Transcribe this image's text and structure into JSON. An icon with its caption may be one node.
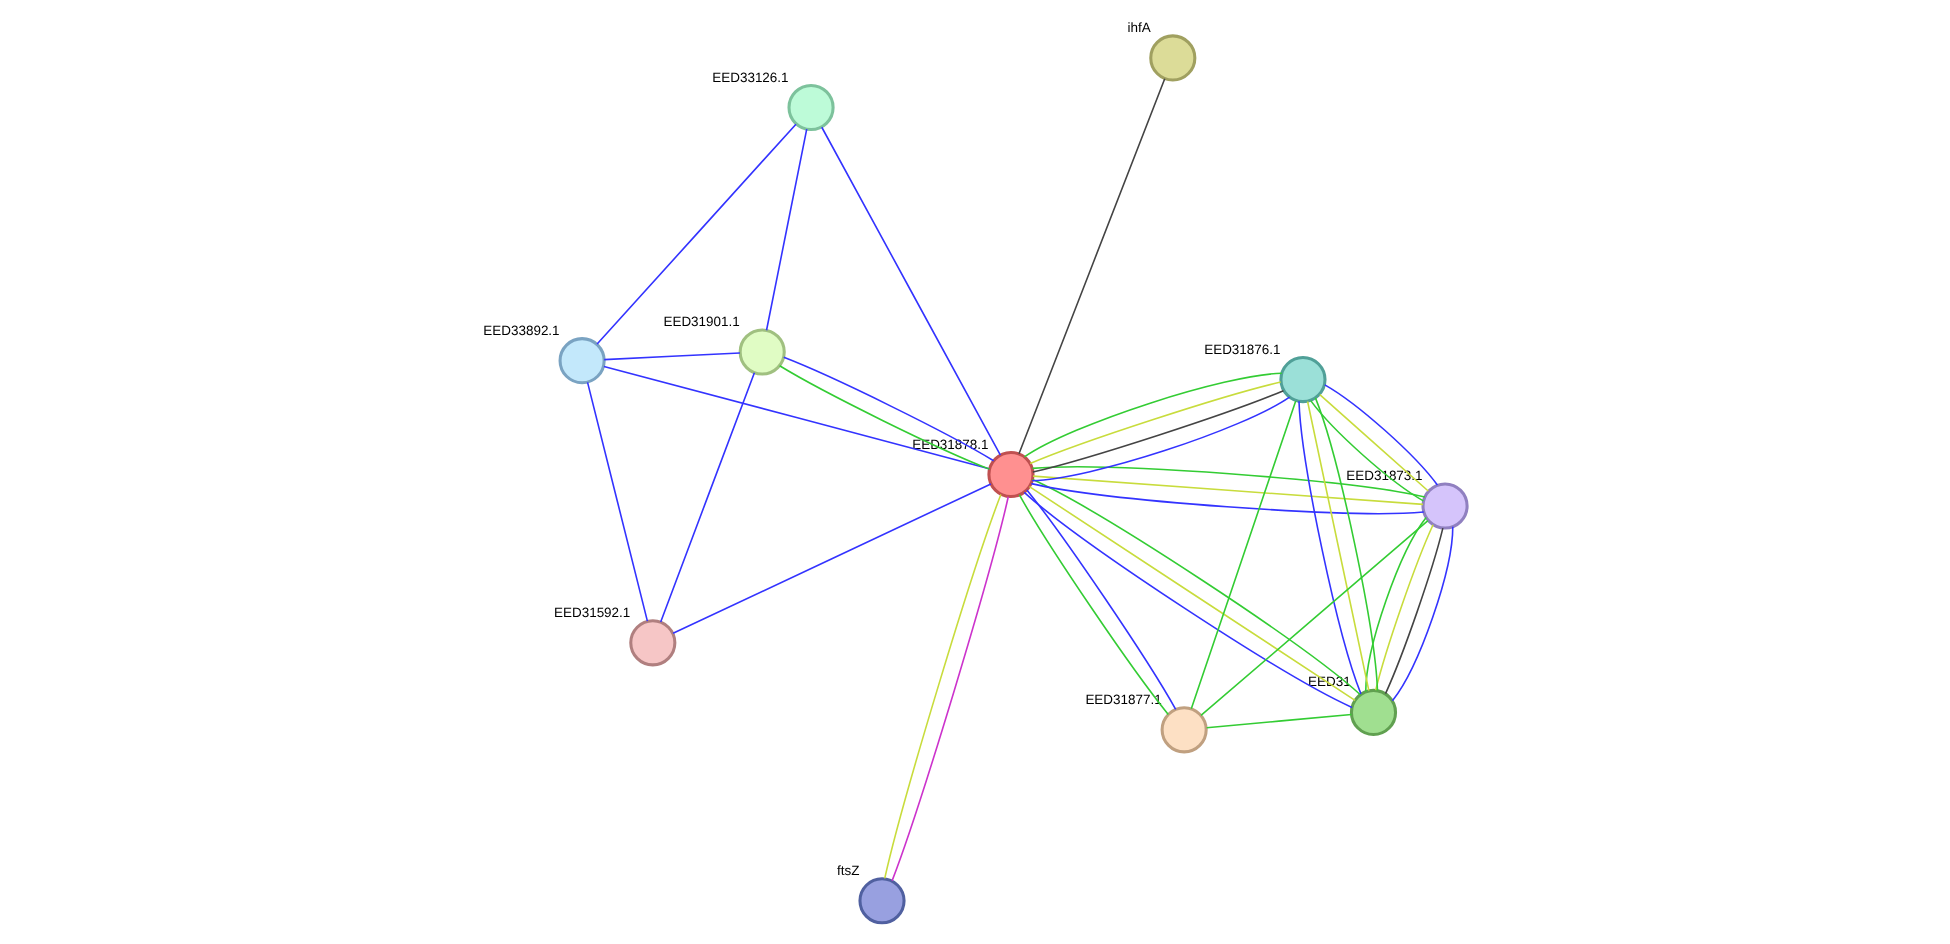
{
  "diagram": {
    "nodes": [
      {
        "text": [
          "EED31592.1"
        ]
      },
      {
        "text": [
          "EED33892.1"
        ]
      },
      {
        "text": [
          "EED31901.1"
        ]
      },
      {
        "text": [
          "EED33126.1"
        ]
      },
      {
        "text": [
          "EED31878.1"
        ]
      },
      {
        "text": [
          "EED31"
        ]
      },
      {
        "text": [
          "EED31873.1"
        ]
      },
      {
        "text": [
          "EED31876.1"
        ]
      },
      {
        "text": [
          "EED31877.1"
        ]
      },
      {
        "text": [
          "ftsZ"
        ]
      },
      {
        "text": [
          "ihfA"
        ]
      }
    ],
    "edges": [
      {
        "from": 0,
        "to": 1,
        "arrow": "none",
        "color": "#3333ff"
      },
      {
        "from": 0,
        "to": 2,
        "arrow": "none",
        "color": "#3333ff"
      },
      {
        "from": 0,
        "to": 4,
        "arrow": "none",
        "color": "#3333ff"
      },
      {
        "from": 1,
        "to": 2,
        "arrow": "none",
        "color": "#3333ff"
      },
      {
        "from": 1,
        "to": 4,
        "arrow": "none",
        "color": "#3333ff"
      },
      {
        "from": 1,
        "to": 3,
        "arrow": "none",
        "color": "#3333ff"
      },
      {
        "from": 2,
        "to": 3,
        "arrow": "none",
        "color": "#3333ff"
      },
      {
        "from": 2,
        "to": 4,
        "arrow": "none",
        "color": "#3333ff"
      },
      {
        "from": 2,
        "to": 4,
        "arrow": "none",
        "color": "#33cc33"
      },
      {
        "from": 3,
        "to": 4,
        "arrow": "none",
        "color": "#3333ff"
      },
      {
        "from": 4,
        "to": 5,
        "arrow": "none",
        "color": "#33cc33"
      },
      {
        "from": 4,
        "to": 5,
        "arrow": "none",
        "color": "#3333ff"
      },
      {
        "from": 4,
        "to": 5,
        "arrow": "none",
        "color": "#c8dc3c"
      },
      {
        "from": 4,
        "to": 6,
        "arrow": "none",
        "color": "#33cc33"
      },
      {
        "from": 4,
        "to": 6,
        "arrow": "none",
        "color": "#3333ff"
      },
      {
        "from": 4,
        "to": 6,
        "arrow": "none",
        "color": "#c8dc3c"
      },
      {
        "from": 4,
        "to": 7,
        "arrow": "none",
        "color": "#33cc33"
      },
      {
        "from": 4,
        "to": 7,
        "arrow": "none",
        "color": "#3333ff"
      },
      {
        "from": 4,
        "to": 7,
        "arrow": "none",
        "color": "#444444"
      },
      {
        "from": 4,
        "to": 7,
        "arrow": "none",
        "color": "#c8dc3c"
      },
      {
        "from": 4,
        "to": 8,
        "arrow": "none",
        "color": "#3333ff"
      },
      {
        "from": 4,
        "to": 8,
        "arrow": "none",
        "color": "#33cc33"
      },
      {
        "from": 4,
        "to": 9,
        "arrow": "none",
        "color": "#cc33cc"
      },
      {
        "from": 4,
        "to": 9,
        "arrow": "none",
        "color": "#c8dc3c"
      },
      {
        "from": 4,
        "to": 10,
        "arrow": "none",
        "color": "#444444"
      },
      {
        "from": 5,
        "to": 6,
        "arrow": "none",
        "color": "#33cc33"
      },
      {
        "from": 5,
        "to": 6,
        "arrow": "none",
        "color": "#3333ff"
      },
      {
        "from": 5,
        "to": 6,
        "arrow": "none",
        "color": "#444444"
      },
      {
        "from": 5,
        "to": 6,
        "arrow": "none",
        "color": "#c8dc3c"
      },
      {
        "from": 5,
        "to": 7,
        "arrow": "none",
        "color": "#3333ff"
      },
      {
        "from": 5,
        "to": 7,
        "arrow": "none",
        "color": "#33cc33"
      },
      {
        "from": 5,
        "to": 7,
        "arrow": "none",
        "color": "#c8dc3c"
      },
      {
        "from": 5,
        "to": 8,
        "arrow": "none",
        "color": "#33cc33"
      },
      {
        "from": 6,
        "to": 7,
        "arrow": "none",
        "color": "#33cc33"
      },
      {
        "from": 6,
        "to": 7,
        "arrow": "none",
        "color": "#3333ff"
      },
      {
        "from": 6,
        "to": 7,
        "arrow": "none",
        "color": "#c8dc3c"
      },
      {
        "from": 6,
        "to": 8,
        "arrow": "none",
        "color": "#33cc33"
      },
      {
        "from": 7,
        "to": 8,
        "arrow": "none",
        "color": "#33cc33"
      }
    ]
  }
}
